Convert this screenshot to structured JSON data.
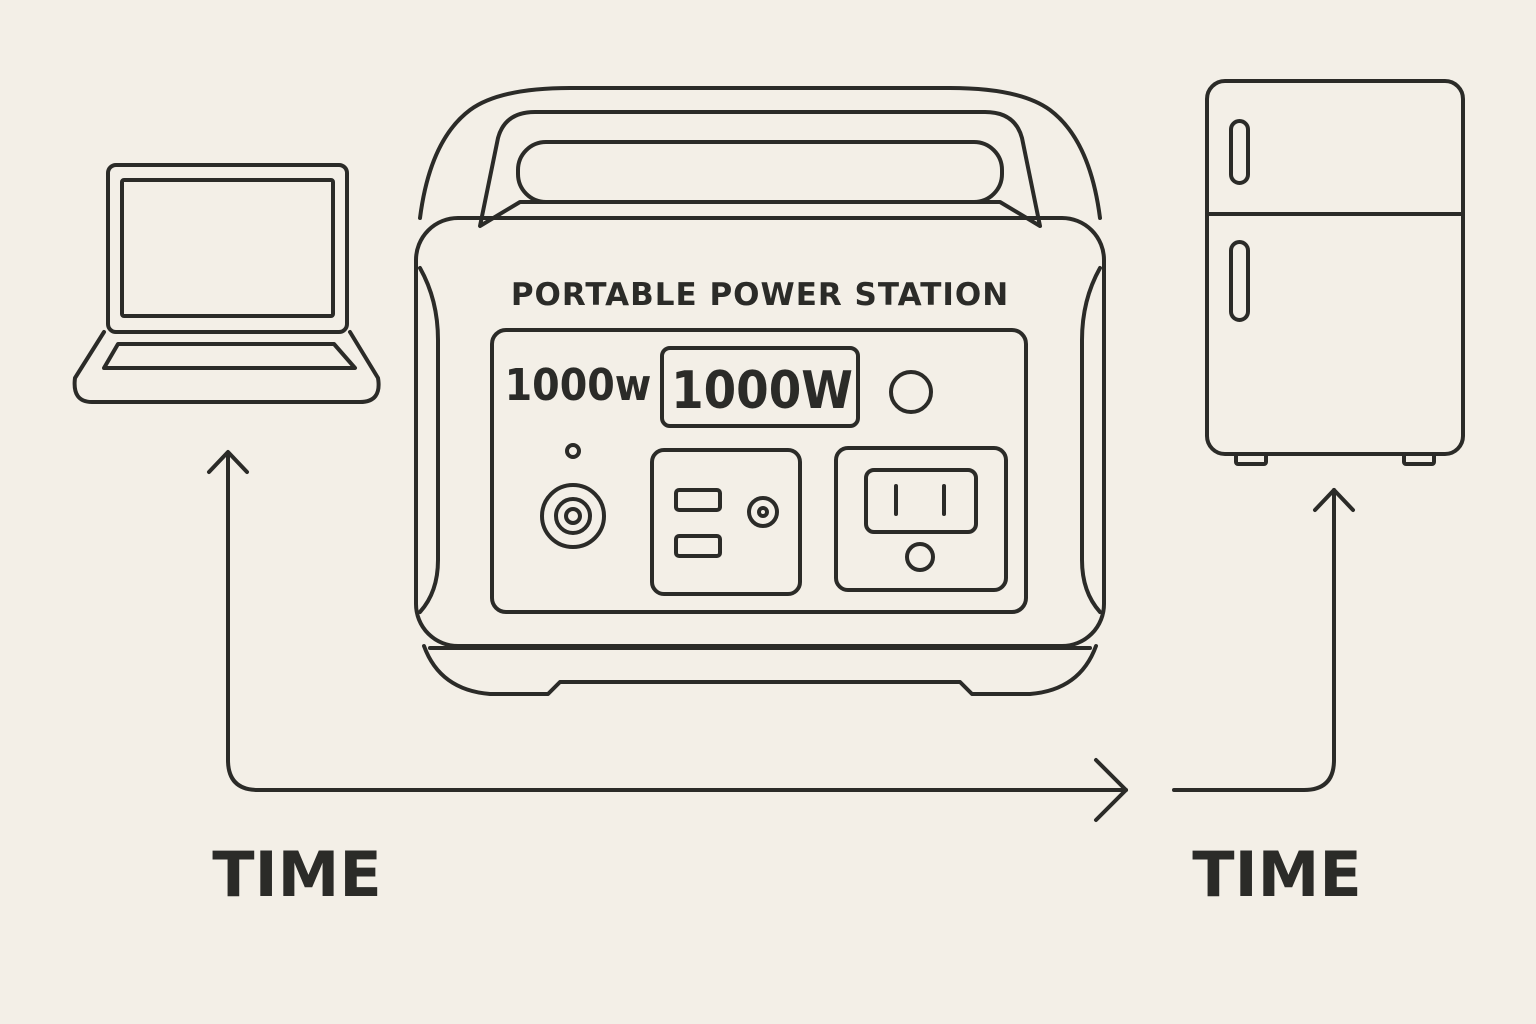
{
  "station": {
    "title": "PORTABLE POWER STATION",
    "watt_label": "1000w",
    "watt_display": "1000W"
  },
  "flow": {
    "left_label": "TIME",
    "right_label": "TIME"
  },
  "icons": {
    "left_device": "laptop-icon",
    "center_device": "portable-power-station-icon",
    "right_device": "refrigerator-icon"
  },
  "colors": {
    "background": "#f3efe7",
    "line": "#2b2b28"
  }
}
